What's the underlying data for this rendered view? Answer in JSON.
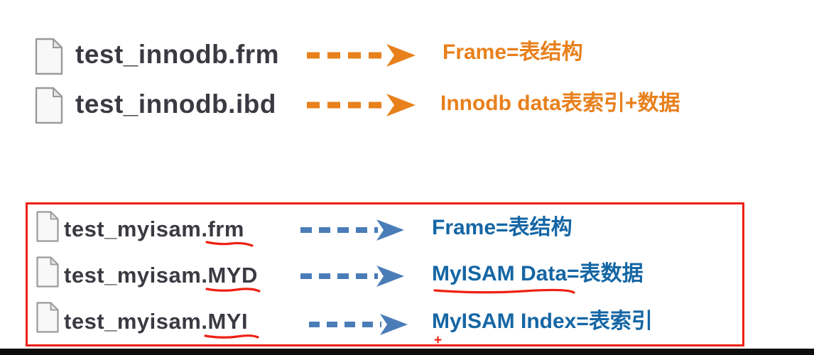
{
  "colors": {
    "orange": "#E8801C",
    "blueArrow": "#4A7CB8",
    "blueText": "#1566A4",
    "red": "#EE2012",
    "filename": "#3A3A42"
  },
  "innodb_section": {
    "rows": [
      {
        "filename": "test_innodb.frm",
        "label": "Frame=表结构"
      },
      {
        "filename": "test_innodb.ibd",
        "label": "Innodb data表索引+数据"
      }
    ]
  },
  "myisam_section": {
    "rows": [
      {
        "filename_base": "test_myisam.",
        "filename_ext": "frm",
        "label_part1": "Frame=表结构",
        "label_part2": ""
      },
      {
        "filename_base": "test_myisam.",
        "filename_ext": "MYD",
        "label_part1": "MyISAM Data",
        "label_part2": "=表数据"
      },
      {
        "filename_base": "test_myisam.",
        "filename_ext": "MYI",
        "label_part1": "MyISAM Index",
        "label_part2": "=表索引"
      }
    ],
    "plus_mark": "+"
  }
}
